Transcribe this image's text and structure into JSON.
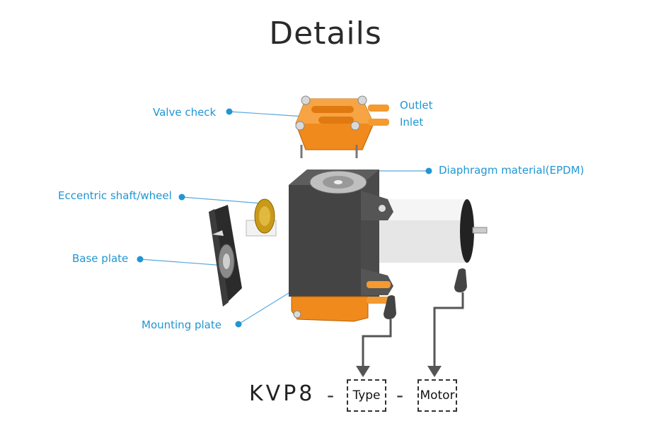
{
  "title": "Details",
  "callouts": {
    "valve_check": "Valve check",
    "outlet": "Outlet",
    "inlet": "Inlet",
    "diaphragm": "Diaphragm material(EPDM)",
    "eccentric": "Eccentric shaft/wheel",
    "base_plate": "Base plate",
    "mounting_plate": "Mounting plate"
  },
  "model_code": {
    "prefix": "KVP8",
    "separator": "-",
    "type_label": "Type",
    "motor_label": "Motor"
  },
  "colors": {
    "callout": "#2196d3",
    "orange": "#f08a1c",
    "body_grey": "#4a4a4a"
  },
  "icons": [
    "pointing-hand-icon",
    "pointing-hand-icon"
  ]
}
